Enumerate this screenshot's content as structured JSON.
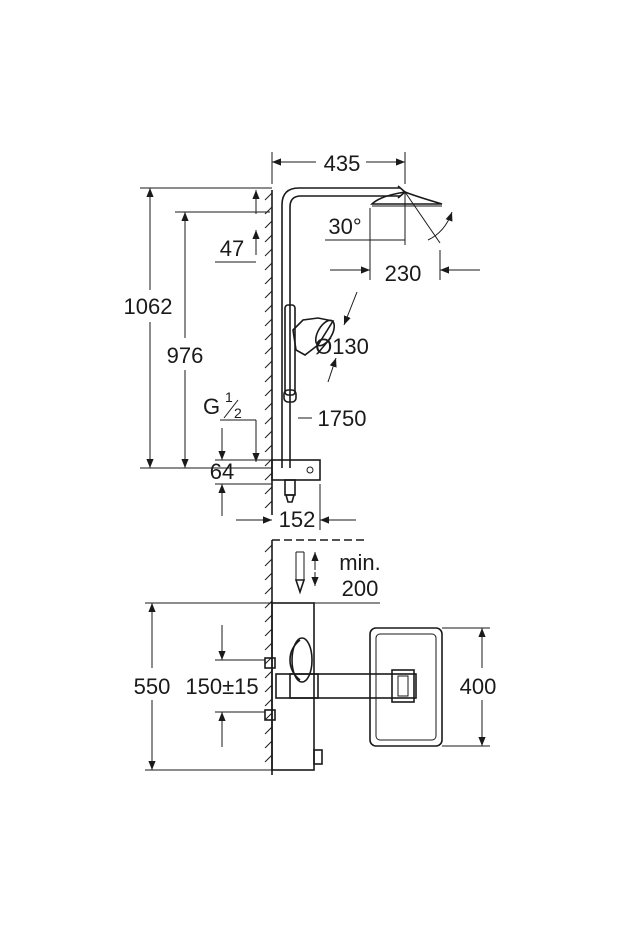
{
  "dimensions": {
    "arm_length": "435",
    "head_offset": "47",
    "tilt_angle": "30°",
    "head_size": "230",
    "total_height": "1062",
    "outlet_height": "976",
    "hand_shower_diameter": "Ø130",
    "hose_length": "1750",
    "thread_g": "G",
    "thread_num": "1",
    "thread_den": "2",
    "inlet_height": "64",
    "wall_distance": "152",
    "min_label": "min.",
    "min_value": "200",
    "thermostat_height": "550",
    "connection_distance": "150±15",
    "tray_width": "400"
  },
  "colors": {
    "line": "#1a1a1a",
    "background": "#ffffff"
  }
}
